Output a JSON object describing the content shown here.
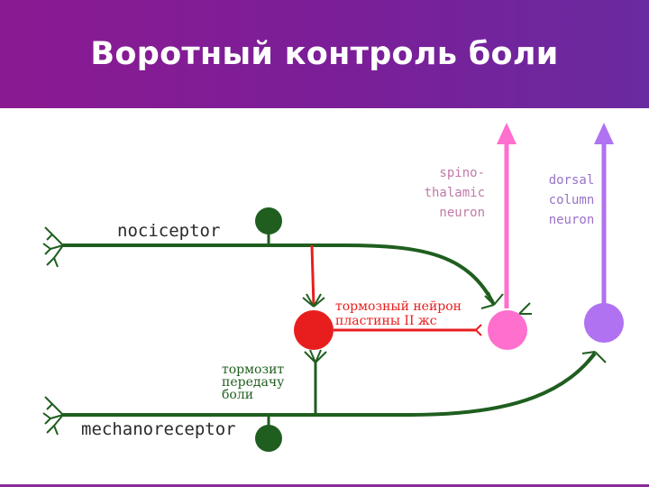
{
  "slide": {
    "title": "Воротный контроль боли"
  },
  "diagram": {
    "labels": {
      "nociceptor": "nociceptor",
      "mechanoreceptor": "mechanoreceptor",
      "spinothalamic_line1": "spino-",
      "spinothalamic_line2": "thalamic",
      "spinothalamic_line3": "neuron",
      "dorsal_line1": "dorsal",
      "dorsal_line2": "column",
      "dorsal_line3": "neuron",
      "inhibitory_line1": "тормозный нейрон",
      "inhibitory_line2": "пластины II жс",
      "inhibits_line1": "тормозит",
      "inhibits_line2": "передачу",
      "inhibits_line3": "боли"
    },
    "colors": {
      "header": "#7d1f96",
      "axon": "#1f5e1f",
      "inhibitory": "#e81e1e",
      "spinothalamic": "#ff6fce",
      "dorsal": "#b072f0",
      "spinothalamic_text": "#c07aa8",
      "dorsal_text": "#9a72c8"
    }
  }
}
